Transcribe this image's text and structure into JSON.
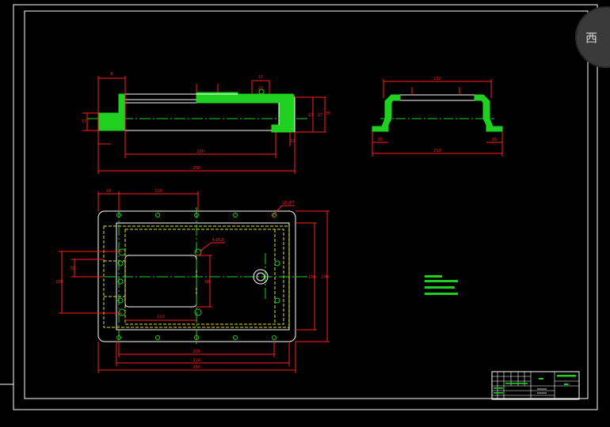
{
  "drawing": {
    "corner_label": "西",
    "colors": {
      "background": "#000000",
      "frame": "#ffffff",
      "outline": "#ffffff",
      "dimension": "#ff2020",
      "hatch": "#20d020",
      "centerline": "#20d020",
      "hidden": "#e0e020"
    },
    "front_view": {
      "dims": {
        "top_a": "15",
        "top_b": "22",
        "overall_height": "35",
        "right_a": "22",
        "right_b": "27",
        "inner_len": "220",
        "overall_len": "250",
        "left_h": "17",
        "left_w": "8",
        "right_bottom": "10"
      }
    },
    "side_view": {
      "dims": {
        "top": "222",
        "bottom": "210",
        "left": "15",
        "right": "15"
      }
    },
    "plan_view": {
      "dims": {
        "top_left": "24",
        "top_mid": "110",
        "hole_note": "10-Ø7",
        "pocket_note": "4-Ø10",
        "left_inner": "72",
        "left_outer": "160",
        "pocket_w": "112",
        "pocket_h": "68",
        "right_inner": "150",
        "right_outer": "170",
        "bottom_a": "200",
        "bottom_b": "210",
        "bottom_overall": "250"
      }
    },
    "notes": {
      "line_count": 4
    },
    "title_block": {
      "icon": "title-block-grid"
    }
  }
}
